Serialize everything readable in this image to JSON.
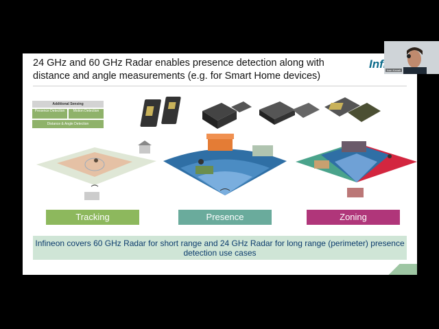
{
  "slide": {
    "title": "24 GHz and 60 GHz Radar enables presence detection along with distance and angle measurements (e.g. for Smart Home devices)",
    "logo": "Infi",
    "legend": {
      "header": "Additional Sensing",
      "presence": "Presence Detection",
      "motion": "Motion Detection",
      "distance_angle": "Distance & Angle Detection"
    },
    "scenes": [
      {
        "label": "Tracking",
        "color": "#8db85d"
      },
      {
        "label": "Presence",
        "color": "#6aab9c"
      },
      {
        "label": "Zoning",
        "color": "#b0367a"
      }
    ],
    "banner": "Infineon covers 60 GHz Radar for short range and 24 GHz Radar for long range (perimeter) presence detection use cases"
  },
  "webcam": {
    "name": "Ivan Kanah"
  },
  "colors": {
    "background": "#000000",
    "slide": "#ffffff",
    "banner_bg": "#cfe5d6",
    "banner_text": "#0b3b6c"
  }
}
